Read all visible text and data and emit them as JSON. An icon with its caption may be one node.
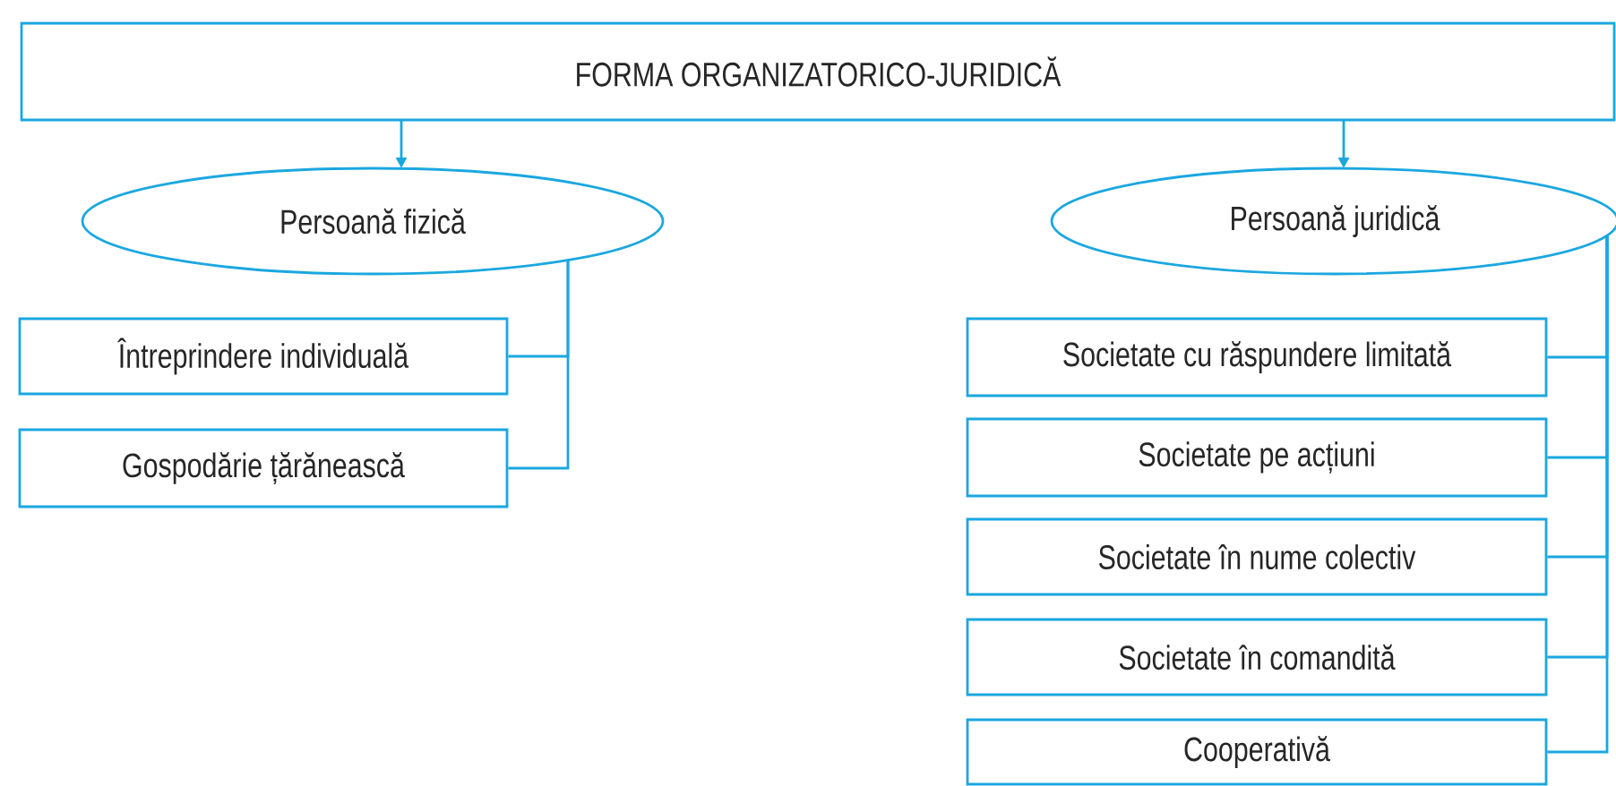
{
  "diagram": {
    "nodes": [
      {
        "text": [
          "FORMA ORGANIZATORICO-JURIDICĂ"
        ]
      },
      {
        "text": [
          "Persoană fizică"
        ]
      },
      {
        "text": [
          "Persoană juridică"
        ]
      },
      {
        "text": [
          "Întreprindere individuală"
        ]
      },
      {
        "text": [
          "Gospodărie țărănească"
        ]
      },
      {
        "text": [
          "Societate cu răspundere limitată"
        ]
      },
      {
        "text": [
          "Societate pe acțiuni"
        ]
      },
      {
        "text": [
          "Societate în nume colectiv"
        ]
      },
      {
        "text": [
          "Societate în comandită"
        ]
      },
      {
        "text": [
          "Cooperativă"
        ]
      }
    ],
    "edges": [
      {
        "from": 0,
        "to": 1,
        "arrow": "to"
      },
      {
        "from": 0,
        "to": 2,
        "arrow": "to"
      },
      {
        "from": 1,
        "to": 3,
        "arrow": "none"
      },
      {
        "from": 1,
        "to": 4,
        "arrow": "none"
      },
      {
        "from": 2,
        "to": 5,
        "arrow": "none"
      },
      {
        "from": 2,
        "to": 6,
        "arrow": "none"
      },
      {
        "from": 2,
        "to": 7,
        "arrow": "none"
      },
      {
        "from": 2,
        "to": 8,
        "arrow": "none"
      },
      {
        "from": 2,
        "to": 9,
        "arrow": "none"
      }
    ]
  }
}
